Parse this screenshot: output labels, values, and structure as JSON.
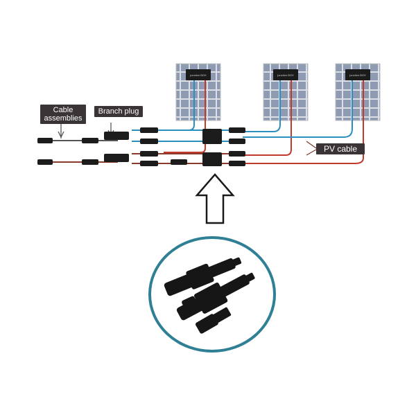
{
  "labels": {
    "cable_assemblies_line1": "Cable",
    "cable_assemblies_line2": "assemblies",
    "branch_plug": "Branch plug",
    "pv_cable": "PV cable"
  },
  "panels": [
    {
      "junction_label": "junction BOX"
    },
    {
      "junction_label": "junction BOX"
    },
    {
      "junction_label": "junction BOX"
    }
  ],
  "colors": {
    "positive_cable": "#c0392b",
    "negative_cable": "#2a8fbf",
    "branch_cable": "#8a3a2a",
    "connector": "#1c1c1c",
    "panel_cell": "#8f9bb3",
    "panel_frame": "#d8d8d8",
    "circle_outline": "#2f7f95",
    "label_bg": "#3a3436"
  },
  "icons": {
    "arrow": "hollow-up-arrow-icon",
    "connector": "mc4-connector-icon"
  }
}
